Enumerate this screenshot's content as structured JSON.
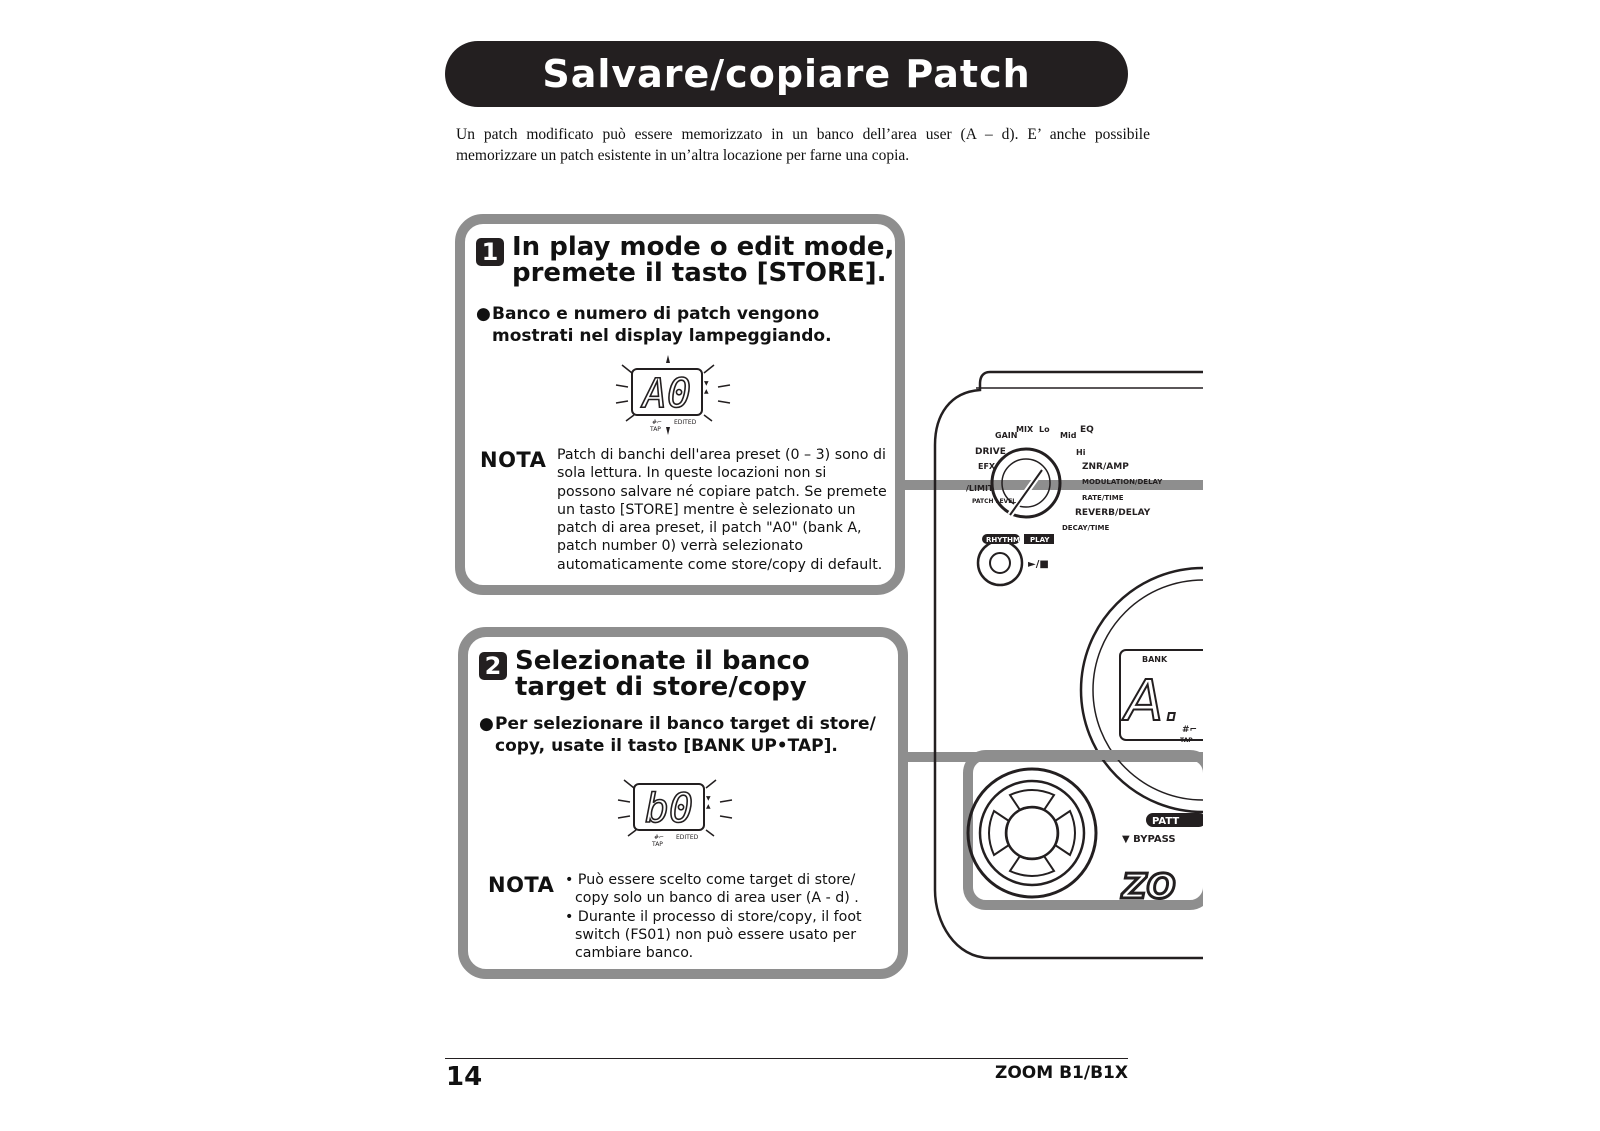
{
  "header": {
    "title": "Salvare/copiare Patch"
  },
  "intro": {
    "text": "Un patch modificato può essere memorizzato in un banco dell’area user (A – d). E’ anche possibile memorizzare un patch esistente in un’altra locazione per farne una copia."
  },
  "step1": {
    "number": "1",
    "title_line1": "In play mode o edit mode,",
    "title_line2": "premete il tasto [STORE].",
    "bullet_line1": "Banco e numero di patch vengono",
    "bullet_line2": "mostrati nel display lampeggiando.",
    "lcd_text": "A0",
    "lcd_label_tap": "TAP",
    "lcd_label_hash": "#⌐",
    "lcd_label_edited": "EDITED",
    "nota_label": "NOTA",
    "nota_text": "Patch di banchi dell'area preset (0 – 3) sono di sola lettura. In queste locazioni non si possono salvare né copiare patch. Se premete un tasto [STORE] mentre è selezionato un patch di area preset, il patch \"A0\" (bank A, patch number 0) verrà selezionato automaticamente come store/copy di default."
  },
  "step2": {
    "number": "2",
    "title_line1": "Selezionate il banco",
    "title_line2": "target di store/copy",
    "bullet_line1": "Per selezionare il banco target di store/",
    "bullet_line2": "copy, usate il tasto [BANK UP•TAP].",
    "lcd_text": "b0",
    "lcd_label_tap": "TAP",
    "lcd_label_hash": "#⌐",
    "lcd_label_edited": "EDITED",
    "nota_label": "NOTA",
    "nota_items": [
      "Può essere scelto come target di store/ copy solo un banco di area user (A - d) .",
      "Durante il processo di store/copy, il foot switch (FS01) non può essere usato per cambiare banco."
    ]
  },
  "device": {
    "labels": {
      "gain": "GAIN",
      "mix": "MIX",
      "lo": "Lo",
      "mid": "Mid",
      "eq": "EQ",
      "hi": "Hi",
      "drive": "DRIVE",
      "efx": "EFX",
      "znr_amp": "ZNR/AMP",
      "limit": "/LIMIT",
      "modulation": "MODULATION/DELAY",
      "patch_level": "PATCH LEVEL",
      "rate_time": "RATE/TIME",
      "reverb_delay": "REVERB/DELAY",
      "decay_time": "DECAY/TIME",
      "rhythm": "RHYTHM",
      "play": "PLAY",
      "play_stop": "►/■",
      "bank": "BANK",
      "lcd": "A.",
      "tap": "TAP",
      "hash": "#⌐",
      "patt": "PATT",
      "bypass": "▼ BYPASS",
      "logo": "ZO"
    }
  },
  "footer": {
    "page_number": "14",
    "model": "ZOOM B1/B1X"
  },
  "colors": {
    "dark": "#231f20",
    "panel_border": "#8e8e8e"
  }
}
